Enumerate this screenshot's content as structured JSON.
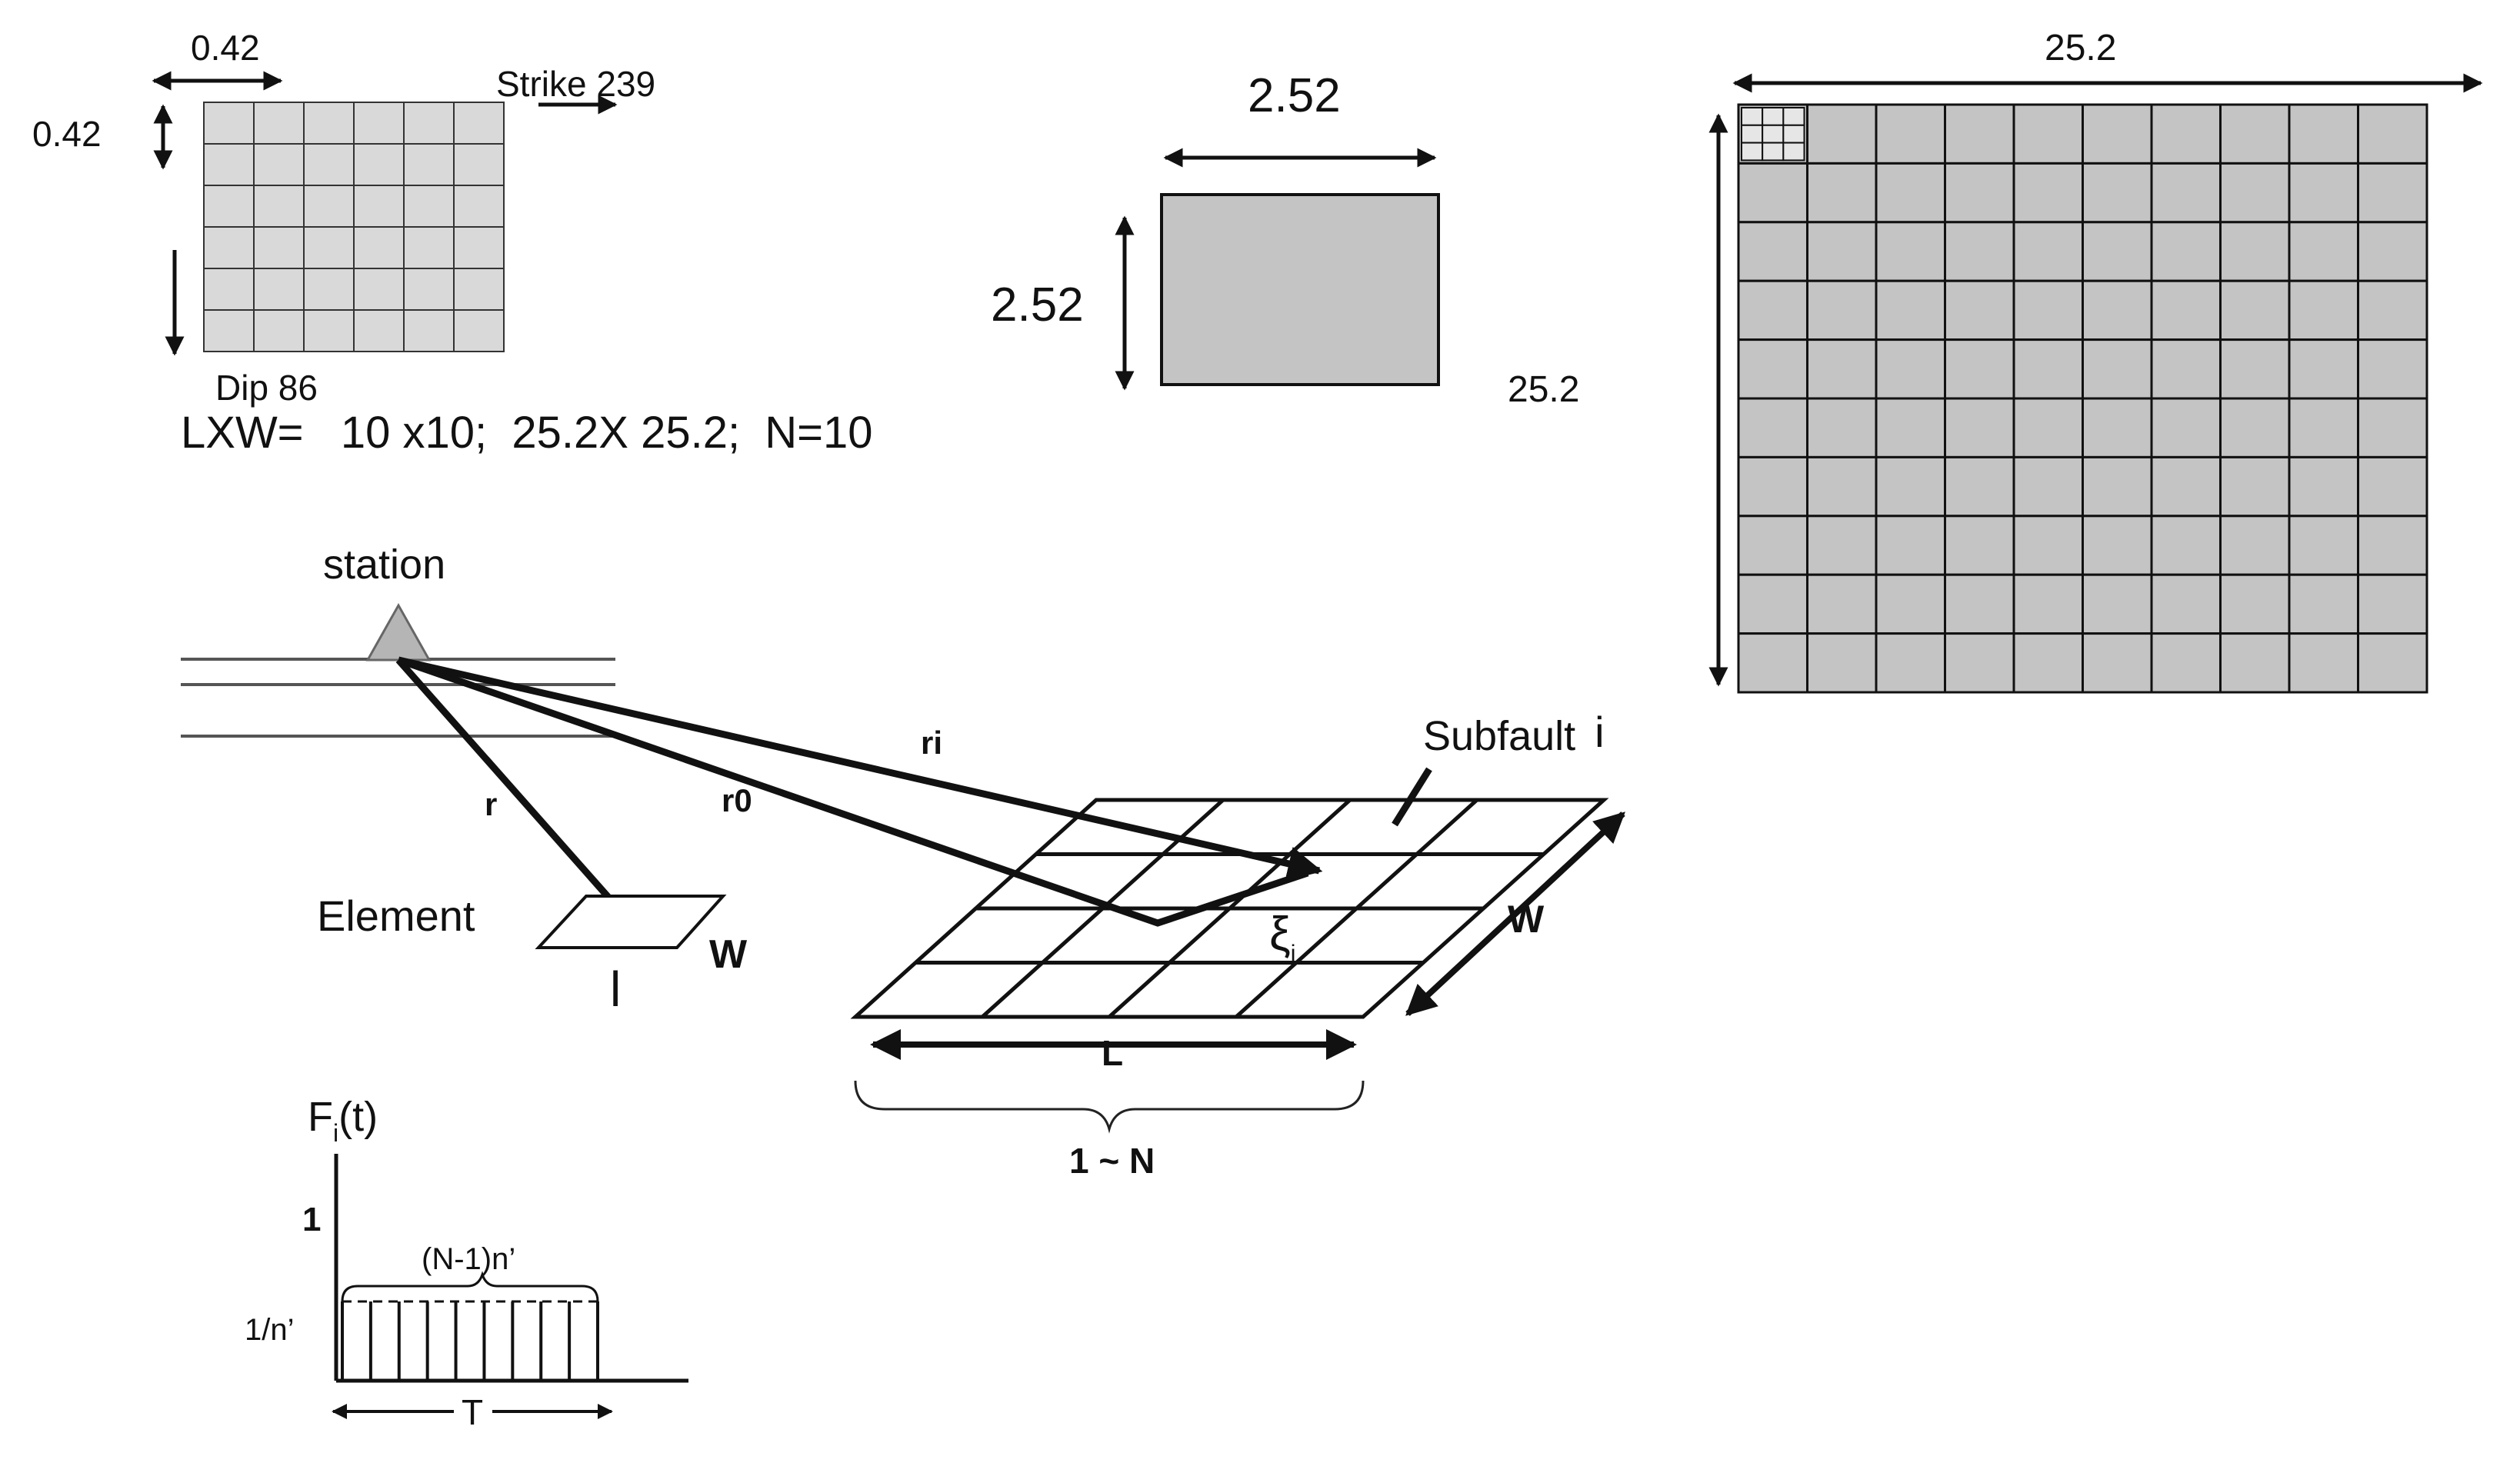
{
  "colors": {
    "ink": "#111111",
    "cell_fill": "#d9d9d9",
    "panel_fill": "#c4c4c4",
    "station_fill": "#b5b5b5"
  },
  "top_left": {
    "width_label": "0.42",
    "height_label": "0.42",
    "strike_label": "Strike 239",
    "dip_label": "Dip 86",
    "grid_cols": 6,
    "grid_rows": 6,
    "summary": "LXW=   10 x10;  25.2X 25.2;  N=10"
  },
  "top_middle": {
    "width_label": "2.52",
    "height_label": "2.52",
    "side_label": "25.2"
  },
  "top_right": {
    "width_label": "25.2",
    "grid_cols": 10,
    "grid_rows": 10,
    "corner_subgrid": 3
  },
  "geometry": {
    "station_label": "station",
    "r_label": "r",
    "r0_label": "r0",
    "ri_label": "ri",
    "element_label": "Element",
    "element_l_label": "l",
    "element_w_label": "W",
    "subfault_label": "Subfault ",
    "subfault_index": "i",
    "xi_label": "ξ",
    "xi_sub": "i",
    "fault_w_label": "W",
    "fault_l_label": "L",
    "range_label": "1 ~ N"
  },
  "time_function": {
    "f_label": "F",
    "f_sub": "i",
    "f_arg": "(t)",
    "y_one": "1",
    "y_frac": "1/n’",
    "brace_label": "(N-1)n’",
    "t_label": "T",
    "pulse_count": 10
  }
}
